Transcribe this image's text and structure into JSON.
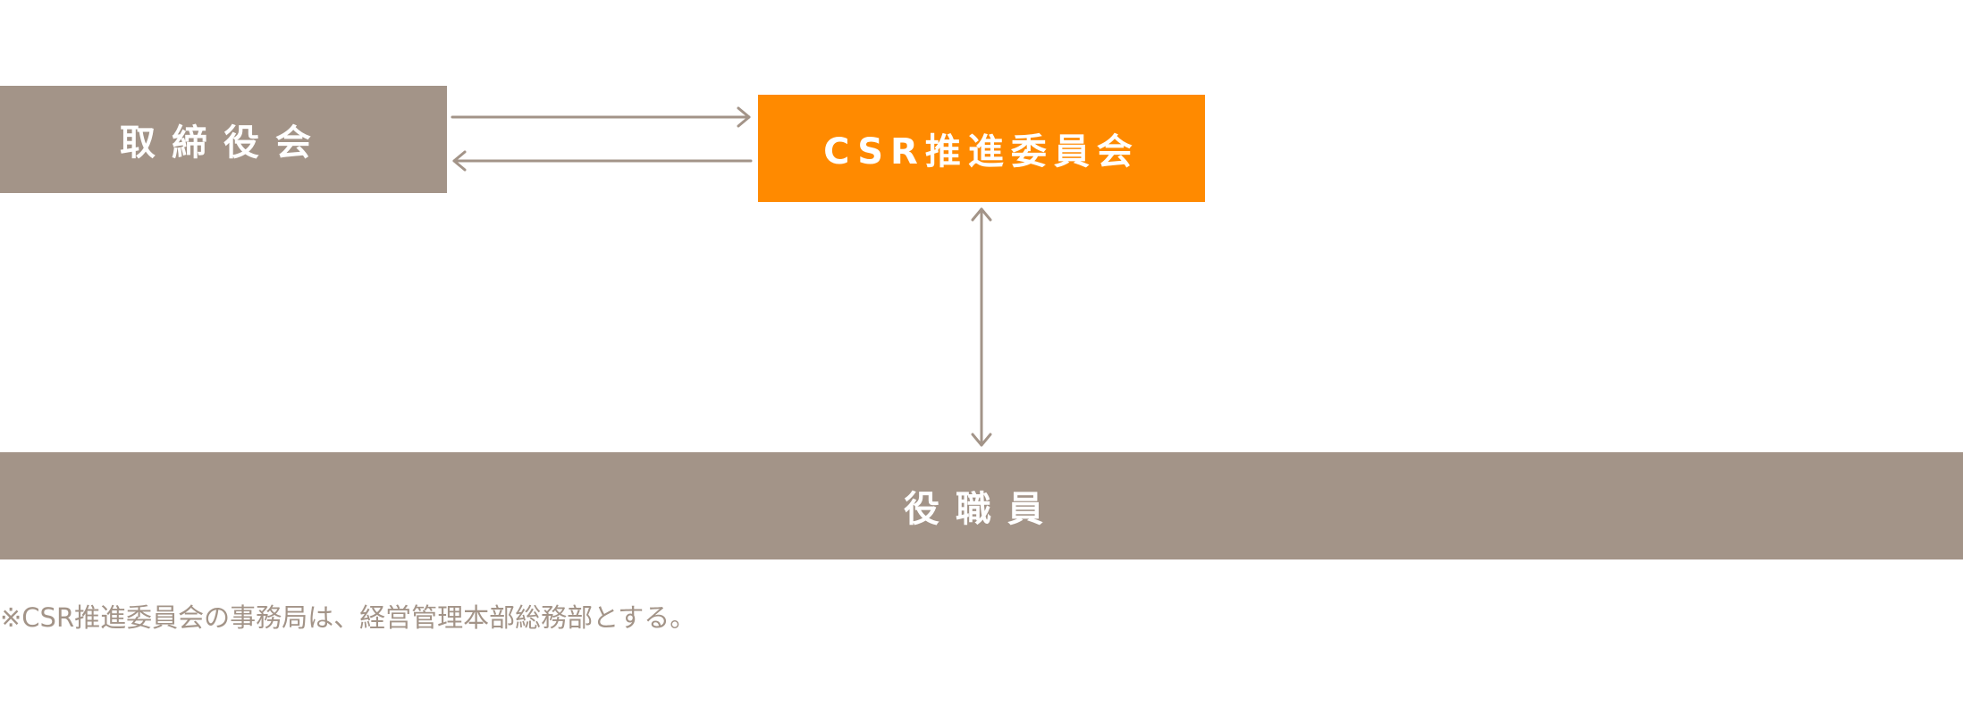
{
  "nodes": {
    "board": {
      "label": "取締役会"
    },
    "csr_committee": {
      "label": "CSR推進委員会"
    },
    "staff": {
      "label": "役職員"
    }
  },
  "note": "※CSR推進委員会の事務局は、経営管理本部総務部とする。",
  "colors": {
    "box_gray": "#a39488",
    "box_orange": "#ff8a00",
    "text_white": "#ffffff",
    "arrow": "#a39488",
    "note_text": "#a39488"
  }
}
